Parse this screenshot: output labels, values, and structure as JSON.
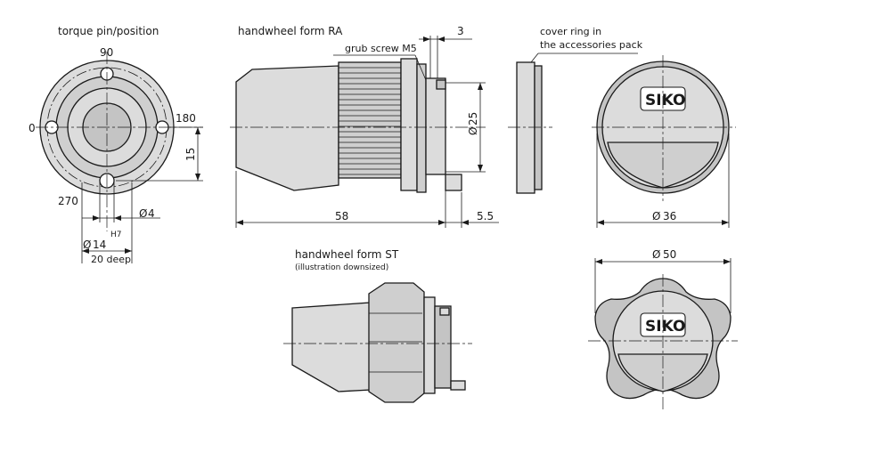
{
  "torque_view": {
    "title": "torque pin/position",
    "angle_90": "90",
    "angle_0": "0",
    "angle_180": "180",
    "angle_270": "270",
    "dim_15": "15",
    "dim_d4": "4",
    "fit_h7": "H7",
    "dim_d14": "14",
    "depth": "20 deep"
  },
  "form_ra": {
    "title": "handwheel form  RA",
    "grub_screw": "grub screw M5",
    "dim_3": "3",
    "dim_d25": "25",
    "dim_58": "58",
    "dim_5_5": "5.5"
  },
  "cover_ring": {
    "note_line1": "cover ring in",
    "note_line2": "the accessories pack"
  },
  "front_ra": {
    "logo": "SIKO",
    "dim_d36": "36"
  },
  "form_st": {
    "title": "handwheel form  ST",
    "subtitle": "(illustration downsized)"
  },
  "front_st": {
    "logo": "SIKO",
    "dim_d50": "50"
  },
  "symbols": {
    "diameter": "Ø"
  }
}
